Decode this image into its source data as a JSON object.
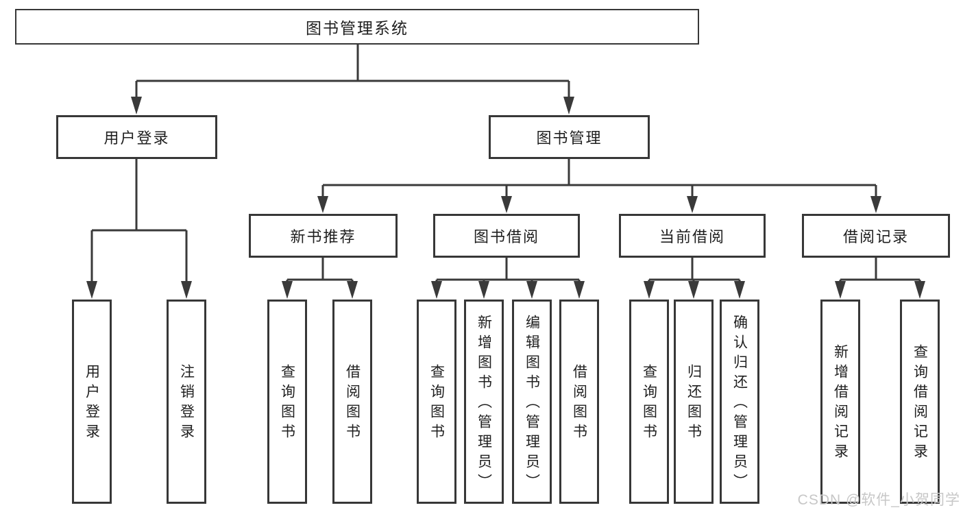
{
  "tree": {
    "root": {
      "label": "图书管理系统"
    },
    "branches": [
      {
        "label": "用户登录",
        "children": [
          {
            "label": "用户登录"
          },
          {
            "label": "注销登录"
          }
        ]
      },
      {
        "label": "图书管理",
        "children": [
          {
            "label": "新书推荐",
            "children": [
              {
                "label": "查询图书"
              },
              {
                "label": "借阅图书"
              }
            ]
          },
          {
            "label": "图书借阅",
            "children": [
              {
                "label": "查询图书"
              },
              {
                "label": "新增图书（管理员）"
              },
              {
                "label": "编辑图书（管理员）"
              },
              {
                "label": "借阅图书"
              }
            ]
          },
          {
            "label": "当前借阅",
            "children": [
              {
                "label": "查询图书"
              },
              {
                "label": "归还图书"
              },
              {
                "label": "确认归还（管理员）"
              }
            ]
          },
          {
            "label": "借阅记录",
            "children": [
              {
                "label": "新增借阅记录"
              },
              {
                "label": "查询借阅记录"
              }
            ]
          }
        ]
      }
    ]
  },
  "watermark": "CSDN @软件_小贺同学",
  "colors": {
    "line": "#3a3a3a",
    "border": "#373737",
    "text": "#1f1f1f",
    "watermark": "#c7c7c7"
  }
}
